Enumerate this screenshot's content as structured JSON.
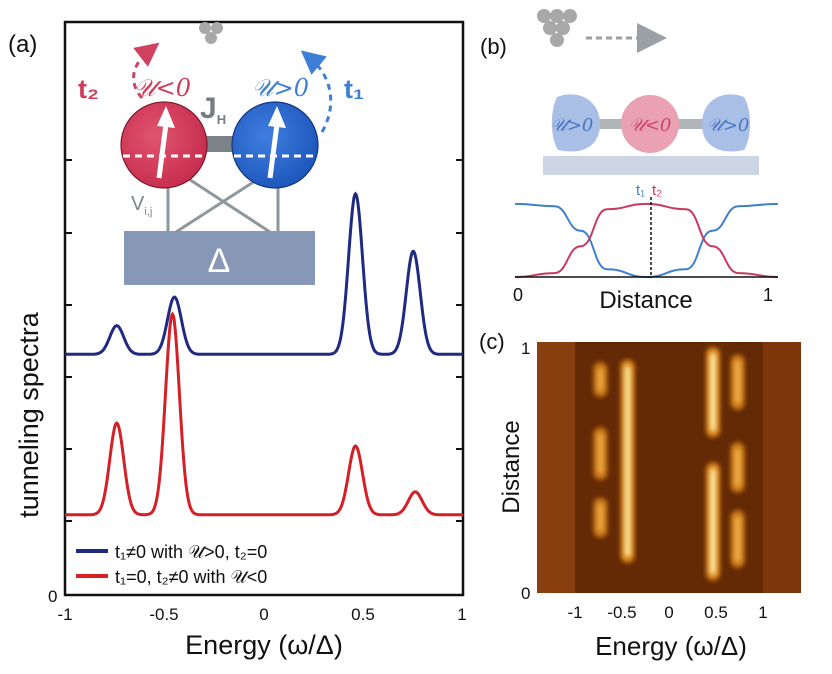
{
  "panels": {
    "a": {
      "label": "(a)",
      "xlabel": "Energy (ω/Δ)",
      "ylabel": "tunneling spectra",
      "x_ticks": [
        "-1",
        "-0.5",
        "0",
        "0.5",
        "1"
      ],
      "y_zero": "0",
      "legend": [
        {
          "label": "t₁≠0 with 𝒰>0, t₂=0",
          "color": "#1f2a80"
        },
        {
          "label": "t₁=0, t₂≠0 with 𝒰<0",
          "color": "#d42027"
        }
      ],
      "inset": {
        "t2": "t₂",
        "t1": "t₁",
        "u_neg": "𝒰<0",
        "u_pos": "𝒰>0",
        "jh": "J",
        "jh_sub": "H",
        "vij": "V",
        "vij_sub": "i,j",
        "delta": "Δ"
      }
    },
    "b": {
      "label": "(b)",
      "molecule_labels": [
        "𝒰>0",
        "𝒰<0",
        "𝒰>0"
      ],
      "t1": "t₁",
      "t2": "t₂",
      "xlabel": "Distance",
      "x_ticks": [
        "0",
        "1"
      ]
    },
    "c": {
      "label": "(c)",
      "xlabel": "Energy (ω/Δ)",
      "ylabel": "Distance",
      "x_ticks": [
        "-1",
        "-0.5",
        "0",
        "0.5",
        "1"
      ],
      "y_ticks": [
        "0",
        "1"
      ]
    }
  },
  "chart_data": [
    {
      "type": "line",
      "title": "",
      "xlabel": "Energy (ω/Δ)",
      "ylabel": "tunneling spectra",
      "xlim": [
        -1,
        1
      ],
      "ylim": [
        0,
        1
      ],
      "grid": false,
      "legend_position": "bottom-left",
      "series": [
        {
          "name": "t₁≠0 with 𝒰>0, t₂=0",
          "color": "#1f2a80",
          "baseline": 0.42,
          "peaks": [
            {
              "x": -0.74,
              "height": 0.05
            },
            {
              "x": -0.45,
              "height": 0.1
            },
            {
              "x": 0.46,
              "height": 0.28
            },
            {
              "x": 0.75,
              "height": 0.18
            }
          ]
        },
        {
          "name": "t₁=0, t₂≠0 with 𝒰<0",
          "color": "#d42027",
          "baseline": 0.14,
          "peaks": [
            {
              "x": -0.74,
              "height": 0.16
            },
            {
              "x": -0.46,
              "height": 0.35
            },
            {
              "x": 0.46,
              "height": 0.12
            },
            {
              "x": 0.76,
              "height": 0.04
            }
          ]
        }
      ]
    },
    {
      "type": "line",
      "title": "",
      "xlabel": "Distance",
      "ylabel": "",
      "xlim": [
        0,
        1
      ],
      "series": [
        {
          "name": "t₁",
          "color": "#3f7fd0",
          "x": [
            0,
            0.15,
            0.25,
            0.35,
            0.5,
            0.65,
            0.75,
            0.85,
            1
          ],
          "y": [
            0.95,
            0.92,
            0.6,
            0.1,
            0.0,
            0.1,
            0.6,
            0.92,
            0.95
          ]
        },
        {
          "name": "t₂",
          "color": "#c83a60",
          "x": [
            0,
            0.15,
            0.25,
            0.35,
            0.5,
            0.65,
            0.75,
            0.85,
            1
          ],
          "y": [
            0.0,
            0.05,
            0.4,
            0.88,
            0.95,
            0.88,
            0.4,
            0.05,
            0.0
          ]
        }
      ]
    },
    {
      "type": "heatmap",
      "title": "",
      "xlabel": "Energy (ω/Δ)",
      "ylabel": "Distance",
      "xlim": [
        -1.5,
        1.5
      ],
      "ylim": [
        0,
        1
      ],
      "bands": [
        {
          "x": -0.78,
          "segments": [
            [
              0.22,
              0.38
            ],
            [
              0.45,
              0.66
            ],
            [
              0.78,
              0.92
            ]
          ],
          "intensity": 0.6
        },
        {
          "x": -0.47,
          "segments": [
            [
              0.12,
              0.93
            ]
          ],
          "intensity": 0.95
        },
        {
          "x": 0.5,
          "segments": [
            [
              0.05,
              0.52
            ],
            [
              0.62,
              0.98
            ]
          ],
          "intensity": 1.0
        },
        {
          "x": 0.78,
          "segments": [
            [
              0.1,
              0.33
            ],
            [
              0.4,
              0.6
            ],
            [
              0.73,
              0.95
            ]
          ],
          "intensity": 0.7
        }
      ]
    }
  ]
}
